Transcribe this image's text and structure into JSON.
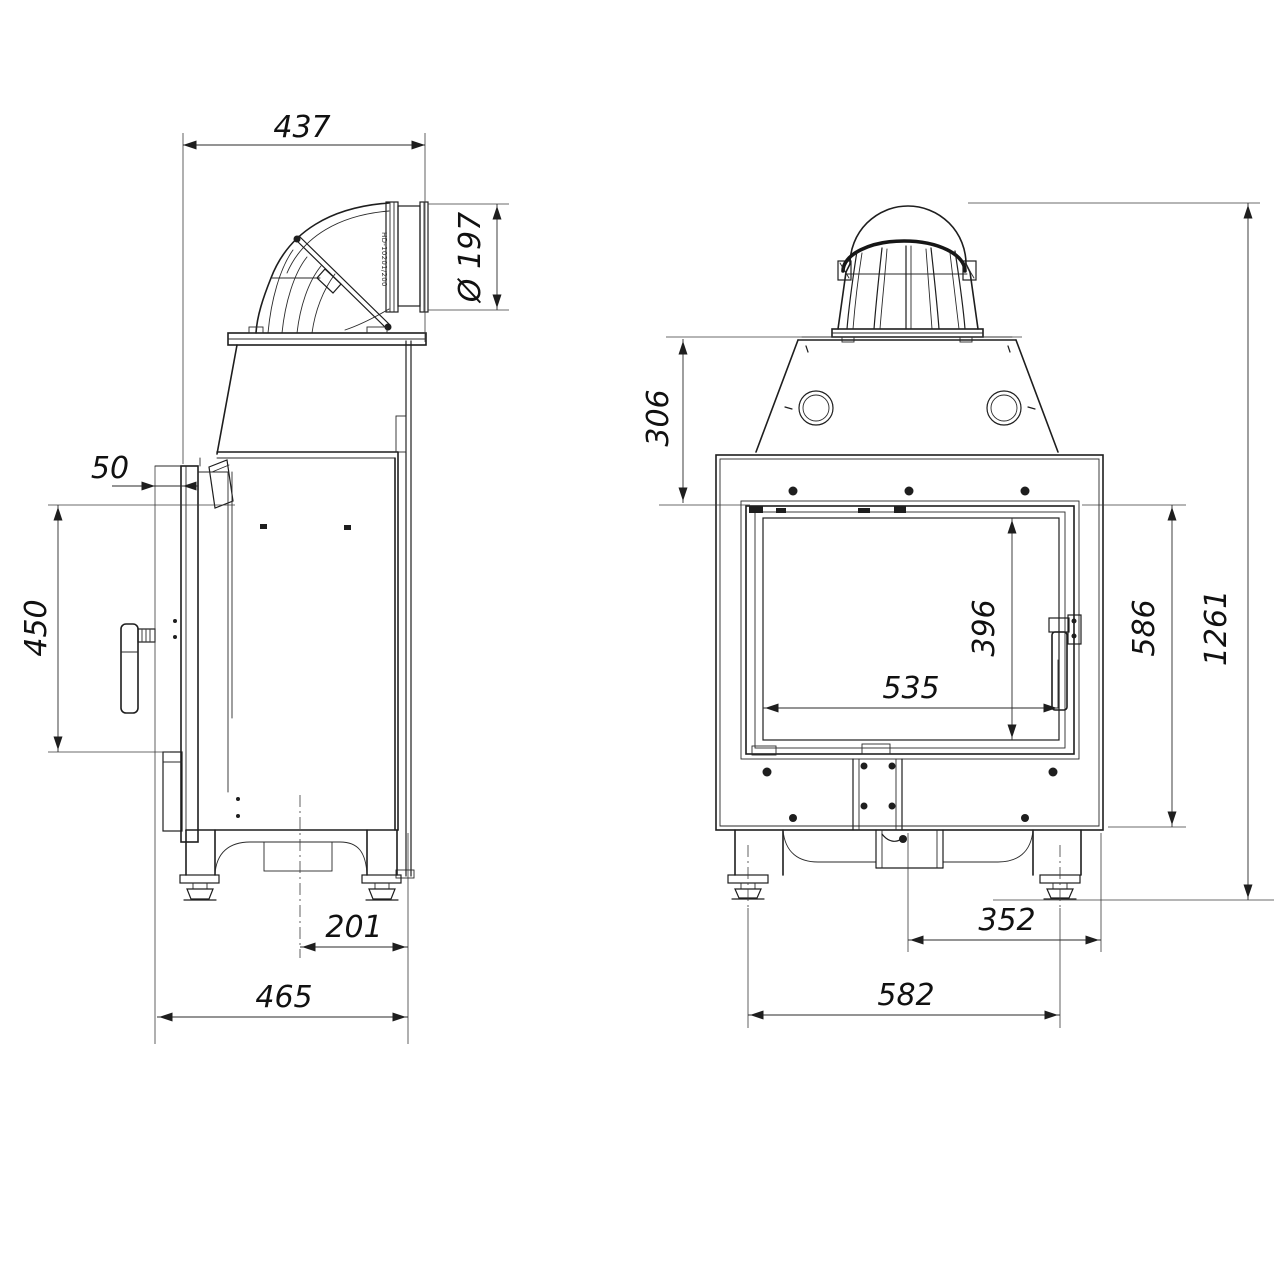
{
  "drawing": {
    "pipe_marking": "HD-10201/200",
    "side_view": {
      "depth_to_flue_outlet": "437",
      "flue_diameter": "Ø 197",
      "door_to_frame_offset": "50",
      "door_height": "450",
      "center_to_rear": "201",
      "overall_depth": "465"
    },
    "front_view": {
      "hood_height": "306",
      "glass_height": "396",
      "glass_width": "535",
      "frame_height": "586",
      "overall_height": "1261",
      "center_to_right_edge": "352",
      "feet_spacing": "582"
    }
  }
}
